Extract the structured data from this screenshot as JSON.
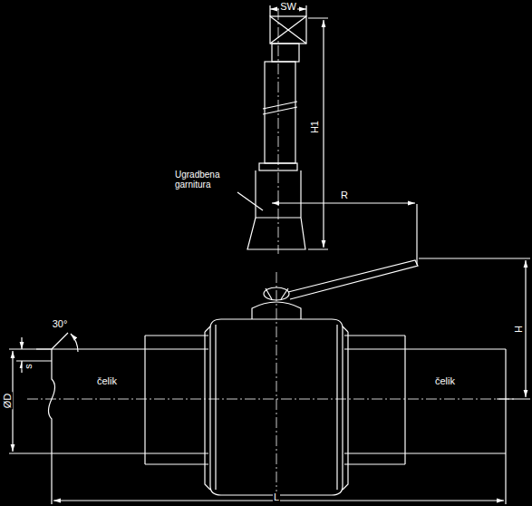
{
  "diagram": {
    "labels": [
      "SW",
      "Ugradbena garnitura",
      "H1",
      "R",
      "30°",
      "s",
      "ØD",
      "čelik",
      "čelik",
      "H",
      "L"
    ]
  }
}
